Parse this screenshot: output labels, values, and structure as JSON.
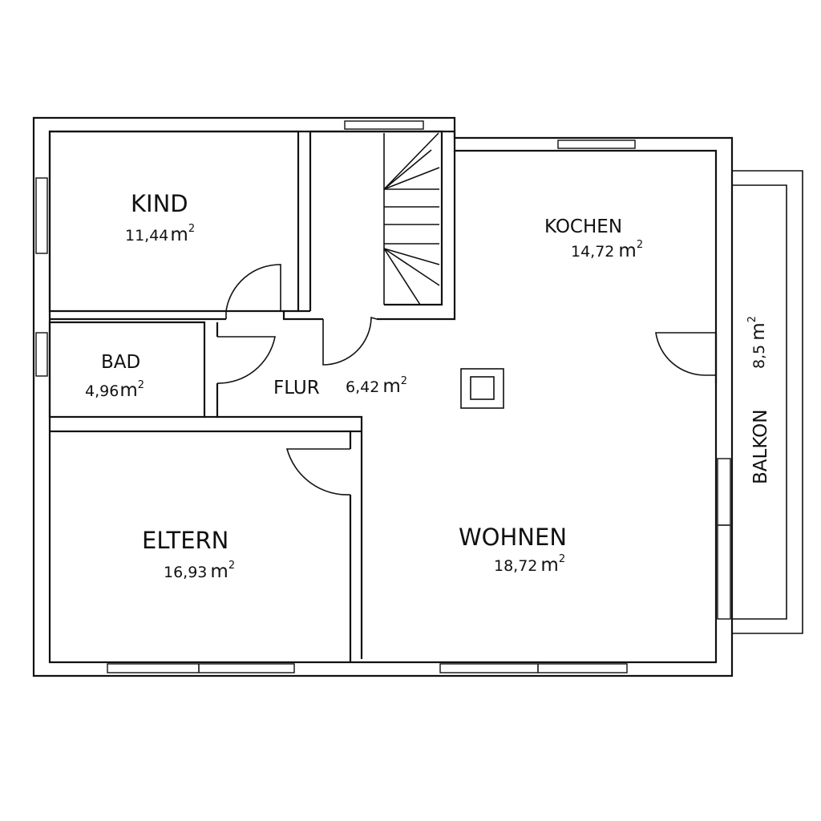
{
  "rooms": {
    "kind": {
      "name": "KIND",
      "area": "11,44",
      "unit": "m",
      "exp": "2"
    },
    "kochen": {
      "name": "KOCHEN",
      "area": "14,72",
      "unit": "m",
      "exp": "2"
    },
    "bad": {
      "name": "BAD",
      "area": "4,96",
      "unit": "m",
      "exp": "2"
    },
    "flur": {
      "name": "FLUR",
      "area": "6,42",
      "unit": "m",
      "exp": "2"
    },
    "eltern": {
      "name": "ELTERN",
      "area": "16,93",
      "unit": "m",
      "exp": "2"
    },
    "wohnen": {
      "name": "WOHNEN",
      "area": "18,72",
      "unit": "m",
      "exp": "2"
    },
    "balkon": {
      "name": "BALKON",
      "area": "8,5",
      "unit": "m",
      "exp": "2"
    }
  }
}
